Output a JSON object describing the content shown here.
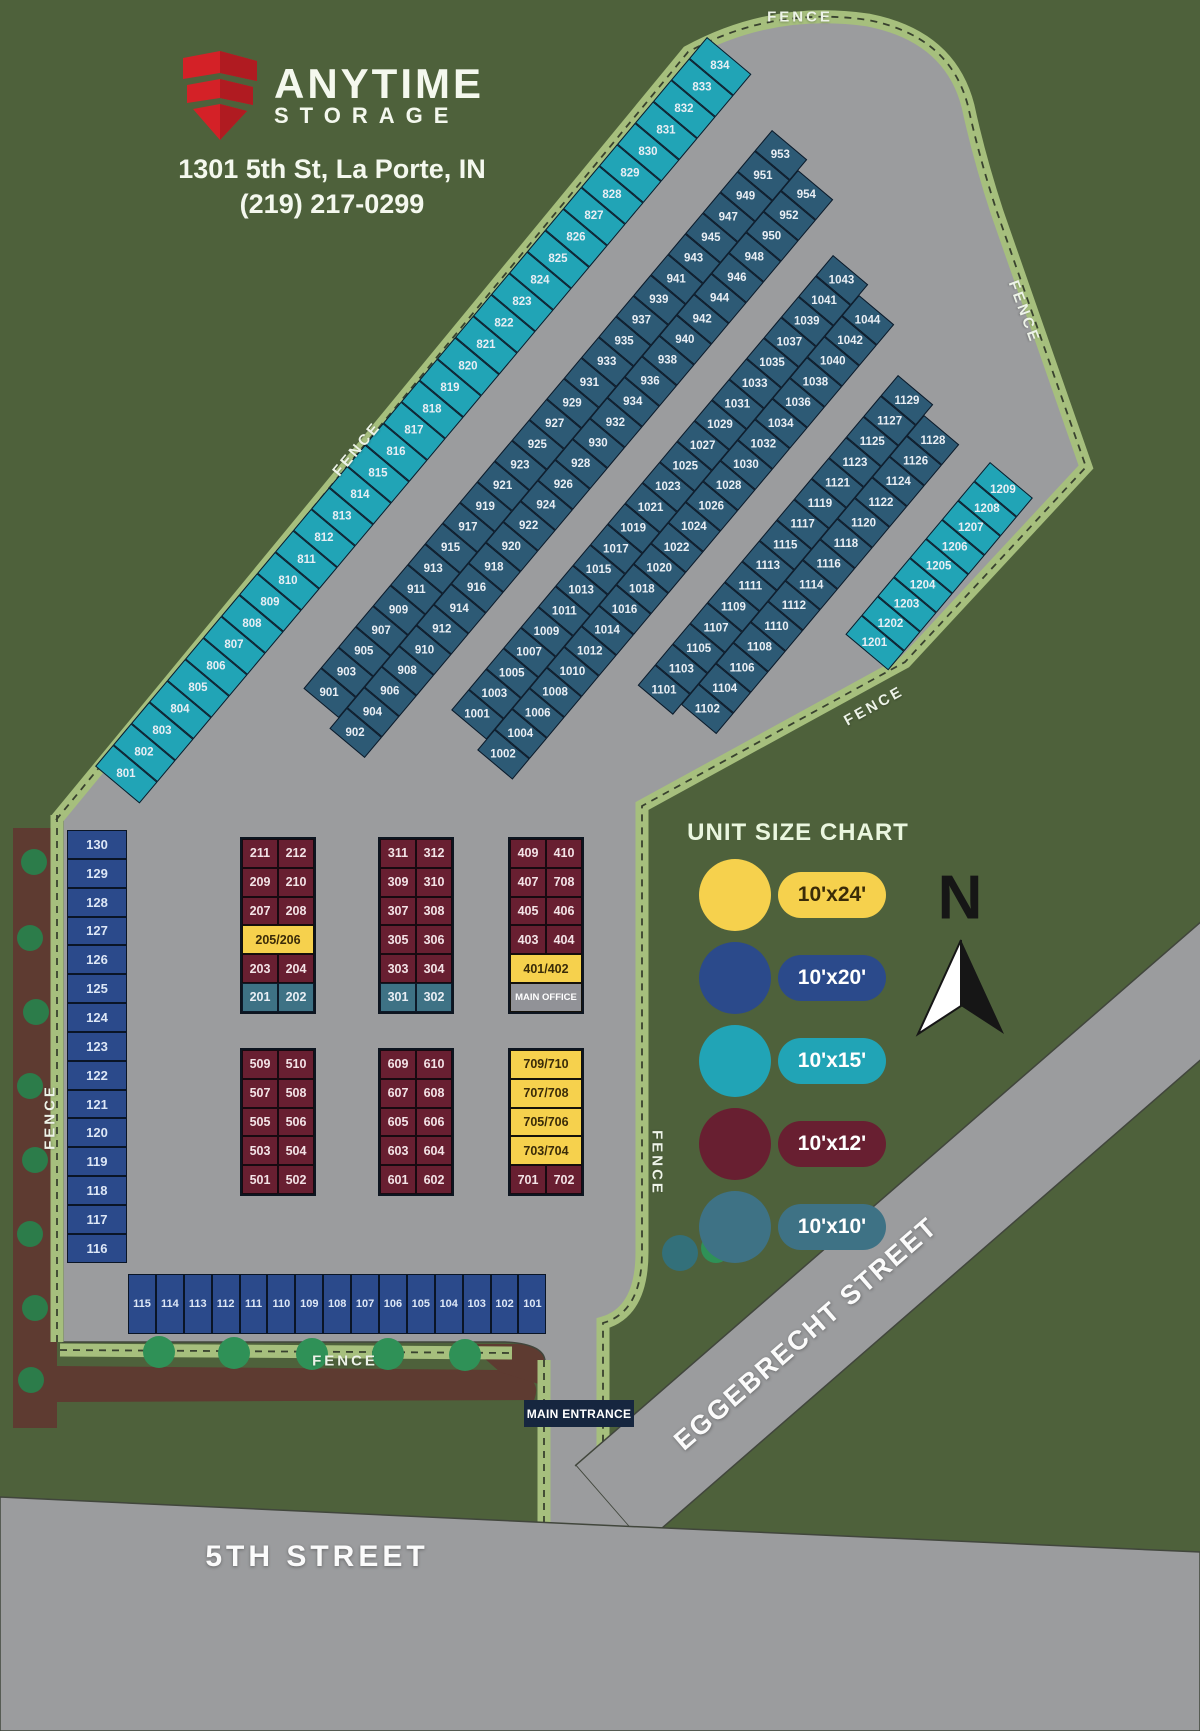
{
  "header": {
    "brand_line1": "ANYTIME",
    "brand_line2": "STORAGE",
    "address": "1301 5th St, La Porte, IN",
    "phone": "(219) 217-0299"
  },
  "labels": {
    "fence": "FENCE",
    "main_entrance": "MAIN ENTRANCE",
    "chart_title": "UNIT SIZE CHART",
    "north": "N"
  },
  "streets": {
    "eggebrecht": "EGGEBRECHT STREET",
    "fifth": "5TH STREET"
  },
  "size_chart": [
    {
      "size": "10'x24'",
      "color": "#f6d14d",
      "text_color": "#3a2b08"
    },
    {
      "size": "10'x20'",
      "color": "#2b4a8b",
      "text_color": "#ffffff"
    },
    {
      "size": "10'x15'",
      "color": "#21a4b6",
      "text_color": "#ffffff"
    },
    {
      "size": "10'x12'",
      "color": "#681f31",
      "text_color": "#ffffff"
    },
    {
      "size": "10'x10'",
      "color": "#3e7285",
      "text_color": "#ffffff"
    }
  ],
  "units": {
    "row_800s": [
      "834",
      "833",
      "832",
      "831",
      "830",
      "829",
      "828",
      "827",
      "826",
      "825",
      "824",
      "823",
      "822",
      "821",
      "820",
      "819",
      "818",
      "817",
      "816",
      "815",
      "814",
      "813",
      "812",
      "811",
      "810",
      "809",
      "808",
      "807",
      "806",
      "805",
      "804",
      "803",
      "802",
      "801"
    ],
    "row_900s_odd": [
      "953",
      "951",
      "949",
      "947",
      "945",
      "943",
      "941",
      "939",
      "937",
      "935",
      "933",
      "931",
      "929",
      "927",
      "925",
      "923",
      "921",
      "919",
      "917",
      "915",
      "913",
      "911",
      "909",
      "907",
      "905",
      "903",
      "901"
    ],
    "row_900s_even": [
      "954",
      "952",
      "950",
      "948",
      "946",
      "944",
      "942",
      "940",
      "938",
      "936",
      "934",
      "932",
      "930",
      "928",
      "926",
      "924",
      "922",
      "920",
      "918",
      "916",
      "914",
      "912",
      "910",
      "908",
      "906",
      "904",
      "902"
    ],
    "row_1000s_odd": [
      "1043",
      "1041",
      "1039",
      "1037",
      "1035",
      "1033",
      "1031",
      "1029",
      "1027",
      "1025",
      "1023",
      "1021",
      "1019",
      "1017",
      "1015",
      "1013",
      "1011",
      "1009",
      "1007",
      "1005",
      "1003",
      "1001"
    ],
    "row_1000s_even": [
      "1044",
      "1042",
      "1040",
      "1038",
      "1036",
      "1034",
      "1032",
      "1030",
      "1028",
      "1026",
      "1024",
      "1022",
      "1020",
      "1018",
      "1016",
      "1014",
      "1012",
      "1010",
      "1008",
      "1006",
      "1004",
      "1002"
    ],
    "row_1100s_odd": [
      "1129",
      "1127",
      "1125",
      "1123",
      "1121",
      "1119",
      "1117",
      "1115",
      "1113",
      "1111",
      "1109",
      "1107",
      "1105",
      "1103",
      "1101"
    ],
    "row_1100s_even": [
      "1128",
      "1126",
      "1124",
      "1122",
      "1120",
      "1118",
      "1116",
      "1114",
      "1112",
      "1110",
      "1108",
      "1106",
      "1104",
      "1102"
    ],
    "row_1200s": [
      "1209",
      "1208",
      "1207",
      "1206",
      "1205",
      "1204",
      "1203",
      "1202",
      "1201"
    ],
    "left_column": [
      "130",
      "129",
      "128",
      "127",
      "126",
      "125",
      "124",
      "123",
      "122",
      "121",
      "120",
      "119",
      "118",
      "117",
      "116"
    ],
    "bottom_row": [
      "115",
      "114",
      "113",
      "112",
      "111",
      "110",
      "109",
      "108",
      "107",
      "106",
      "105",
      "104",
      "103",
      "102",
      "101"
    ]
  },
  "blocks": {
    "block_200s": {
      "rows": [
        {
          "cells": [
            "211",
            "212"
          ],
          "type": "maroon"
        },
        {
          "cells": [
            "209",
            "210"
          ],
          "type": "maroon"
        },
        {
          "cells": [
            "207",
            "208"
          ],
          "type": "maroon"
        },
        {
          "merged": "205/206",
          "type": "yellow"
        },
        {
          "cells": [
            "203",
            "204"
          ],
          "type": "maroon"
        },
        {
          "cells": [
            "201",
            "202"
          ],
          "type": "steel"
        }
      ]
    },
    "block_300s": {
      "rows": [
        {
          "cells": [
            "311",
            "312"
          ],
          "type": "maroon"
        },
        {
          "cells": [
            "309",
            "310"
          ],
          "type": "maroon"
        },
        {
          "cells": [
            "307",
            "308"
          ],
          "type": "maroon"
        },
        {
          "cells": [
            "305",
            "306"
          ],
          "type": "maroon"
        },
        {
          "cells": [
            "303",
            "304"
          ],
          "type": "maroon"
        },
        {
          "cells": [
            "301",
            "302"
          ],
          "type": "steel"
        }
      ]
    },
    "block_400s": {
      "rows": [
        {
          "cells": [
            "409",
            "410"
          ],
          "type": "maroon"
        },
        {
          "cells": [
            "407",
            "708"
          ],
          "type": "maroon"
        },
        {
          "cells": [
            "405",
            "406"
          ],
          "type": "maroon"
        },
        {
          "cells": [
            "403",
            "404"
          ],
          "type": "maroon"
        },
        {
          "merged": "401/402",
          "type": "yellow"
        },
        {
          "merged": "MAIN OFFICE",
          "type": "office"
        }
      ]
    },
    "block_500s": {
      "rows": [
        {
          "cells": [
            "509",
            "510"
          ],
          "type": "maroon"
        },
        {
          "cells": [
            "507",
            "508"
          ],
          "type": "maroon"
        },
        {
          "cells": [
            "505",
            "506"
          ],
          "type": "maroon"
        },
        {
          "cells": [
            "503",
            "504"
          ],
          "type": "maroon"
        },
        {
          "cells": [
            "501",
            "502"
          ],
          "type": "maroon"
        }
      ]
    },
    "block_600s": {
      "rows": [
        {
          "cells": [
            "609",
            "610"
          ],
          "type": "maroon"
        },
        {
          "cells": [
            "607",
            "608"
          ],
          "type": "maroon"
        },
        {
          "cells": [
            "605",
            "606"
          ],
          "type": "maroon"
        },
        {
          "cells": [
            "603",
            "604"
          ],
          "type": "maroon"
        },
        {
          "cells": [
            "601",
            "602"
          ],
          "type": "maroon"
        }
      ]
    },
    "block_700s": {
      "rows": [
        {
          "merged": "709/710",
          "type": "yellow"
        },
        {
          "merged": "707/708",
          "type": "yellow"
        },
        {
          "merged": "705/706",
          "type": "yellow"
        },
        {
          "merged": "703/704",
          "type": "yellow"
        },
        {
          "cells": [
            "701",
            "702"
          ],
          "type": "maroon"
        }
      ]
    }
  }
}
